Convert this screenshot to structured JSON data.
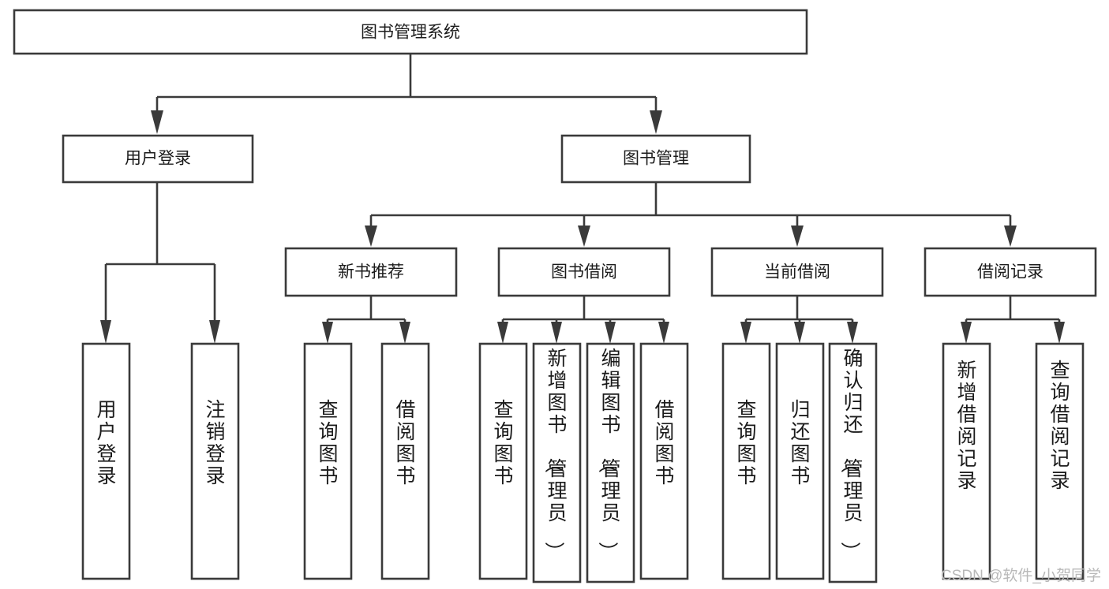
{
  "diagram": {
    "type": "tree-hierarchy-chart",
    "title": "图书管理系统",
    "background_color": "#ffffff",
    "stroke_color": "#3a3a3a",
    "text_color": "#1b1b1b",
    "root": {
      "id": "root",
      "label": "图书管理系统",
      "orientation": "horizontal"
    },
    "level2": [
      {
        "id": "user-login",
        "label": "用户登录",
        "orientation": "horizontal"
      },
      {
        "id": "book-management",
        "label": "图书管理",
        "orientation": "horizontal"
      }
    ],
    "level3": [
      {
        "id": "new-book-recommend",
        "label": "新书推荐",
        "orientation": "horizontal",
        "parent": "book-management"
      },
      {
        "id": "book-borrow",
        "label": "图书借阅",
        "orientation": "horizontal",
        "parent": "book-management"
      },
      {
        "id": "current-borrow",
        "label": "当前借阅",
        "orientation": "horizontal",
        "parent": "book-management"
      },
      {
        "id": "borrow-record",
        "label": "借阅记录",
        "orientation": "horizontal",
        "parent": "book-management"
      }
    ],
    "leaves": [
      {
        "id": "leaf-user-login",
        "label": "用户登录",
        "orientation": "vertical",
        "parent": "user-login"
      },
      {
        "id": "leaf-logout-login",
        "label": "注销登录",
        "orientation": "vertical",
        "parent": "user-login"
      },
      {
        "id": "leaf-query-book-1",
        "label": "查询图书",
        "orientation": "vertical",
        "parent": "new-book-recommend"
      },
      {
        "id": "leaf-borrow-book-1",
        "label": "借阅图书",
        "orientation": "vertical",
        "parent": "new-book-recommend"
      },
      {
        "id": "leaf-query-book-2",
        "label": "查询图书",
        "orientation": "vertical",
        "parent": "book-borrow"
      },
      {
        "id": "leaf-add-book-admin",
        "label": "新增图书（管理员）",
        "orientation": "vertical",
        "parent": "book-borrow"
      },
      {
        "id": "leaf-edit-book-admin",
        "label": "编辑图书（管理员）",
        "orientation": "vertical",
        "parent": "book-borrow"
      },
      {
        "id": "leaf-borrow-book-2",
        "label": "借阅图书",
        "orientation": "vertical",
        "parent": "book-borrow"
      },
      {
        "id": "leaf-query-book-3",
        "label": "查询图书",
        "orientation": "vertical",
        "parent": "current-borrow"
      },
      {
        "id": "leaf-return-book",
        "label": "归还图书",
        "orientation": "vertical",
        "parent": "current-borrow"
      },
      {
        "id": "leaf-confirm-return-admin",
        "label": "确认归还（管理员）",
        "orientation": "vertical",
        "parent": "current-borrow"
      },
      {
        "id": "leaf-add-borrow-record",
        "label": "新增借阅记录",
        "orientation": "vertical",
        "parent": "borrow-record"
      },
      {
        "id": "leaf-query-borrow-record",
        "label": "查询借阅记录",
        "orientation": "vertical",
        "parent": "borrow-record"
      }
    ]
  },
  "watermark": {
    "text": "CSDN @软件_小贺同学",
    "color": "#b9b9b9"
  }
}
